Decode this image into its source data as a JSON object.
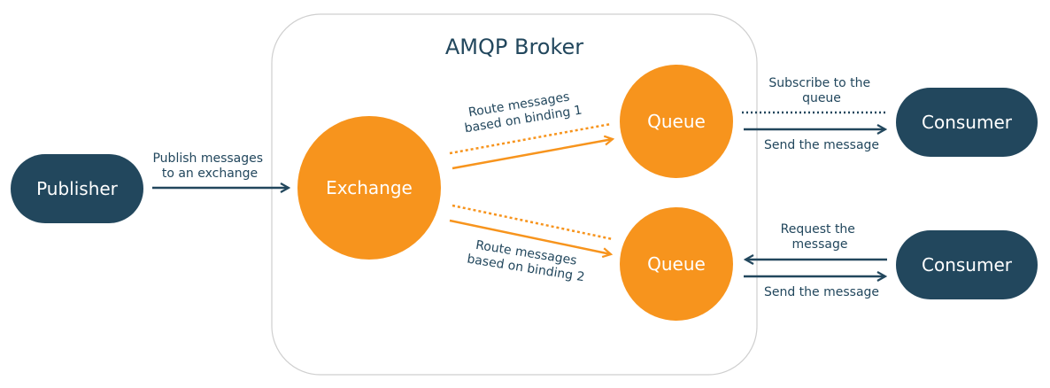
{
  "broker": {
    "title": "AMQP Broker"
  },
  "publisher": {
    "label": "Publisher"
  },
  "exchange": {
    "label": "Exchange"
  },
  "queues": [
    {
      "label": "Queue"
    },
    {
      "label": "Queue"
    }
  ],
  "consumers": [
    {
      "label": "Consumer"
    },
    {
      "label": "Consumer"
    }
  ],
  "edges": {
    "publish": [
      "Publish messages",
      "to an exchange"
    ],
    "route1": [
      "Route messages",
      "based on binding 1"
    ],
    "route2": [
      "Route messages",
      "based on binding 2"
    ],
    "subscribe": [
      "Subscribe to the",
      "queue"
    ],
    "send1": "Send the message",
    "request": [
      "Request the",
      "message"
    ],
    "send2": "Send the message"
  },
  "colors": {
    "dark": "#22475d",
    "orange": "#f7941d",
    "broker_border": "#cfcfcf"
  }
}
